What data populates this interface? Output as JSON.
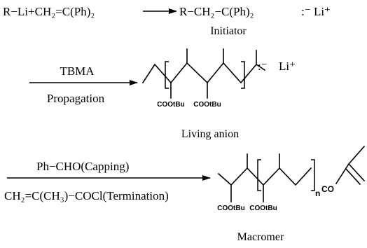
{
  "scheme": {
    "step1": {
      "reactants": "R−Li+CH₂=C(Ph)₂",
      "product_main": "R−CH₂−C(Ph)₂",
      "product_anion": ":⁻ Li⁺",
      "label": "Initiator"
    },
    "step2": {
      "reagent": "TBMA",
      "condition": "Propagation",
      "anion_charge": ":⁻",
      "counterion": "Li⁺",
      "ester_left": "COOtBu",
      "ester_right": "COOtBu",
      "label": "Living anion"
    },
    "step3": {
      "reagent": "Ph−CHO(Capping)",
      "condition": "CH₂=C(CH₃)−COCl(Termination)",
      "repeat_n": "n",
      "end_group": "CO",
      "ester_left": "COOtBu",
      "ester_right": "COOtBu",
      "label": "Macromer"
    }
  }
}
